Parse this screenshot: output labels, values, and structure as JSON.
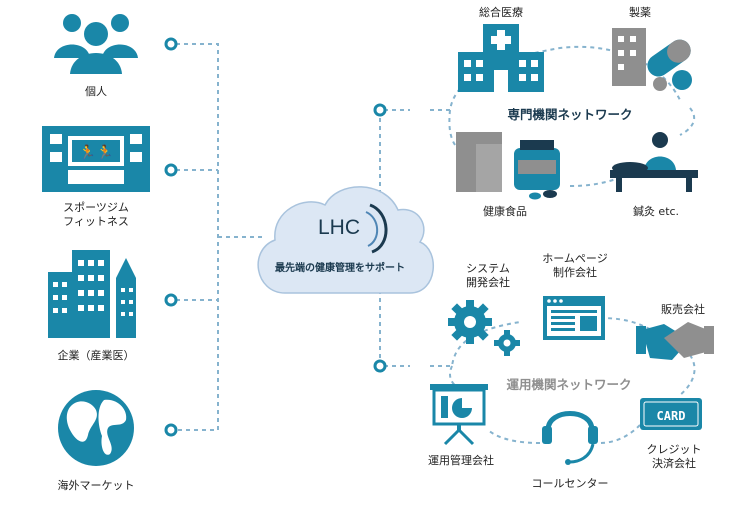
{
  "colors": {
    "teal": "#1a87a8",
    "gray": "#8f8f8f",
    "cloud": "#dce7f4",
    "dash": "#86b3ce",
    "navy": "#1b3a4f"
  },
  "left": [
    {
      "label": "個人",
      "icon": "people-icon"
    },
    {
      "label": "スポーツジム\nフィットネス",
      "icon": "gym-icon"
    },
    {
      "label": "企業（産業医）",
      "icon": "office-buildings-icon"
    },
    {
      "label": "海外マーケット",
      "icon": "globe-icon"
    }
  ],
  "center": {
    "title": "LHC",
    "subtitle": "最先端の健康管理をサポート"
  },
  "specialist": {
    "title": "専門機関ネットワーク",
    "items": [
      {
        "label": "総合医療",
        "icon": "hospital-icon"
      },
      {
        "label": "製薬",
        "icon": "pharma-icon"
      },
      {
        "label": "健康食品",
        "icon": "health-food-icon"
      },
      {
        "label": "鍼灸 etc.",
        "icon": "acupuncture-icon"
      }
    ]
  },
  "operation": {
    "title": "運用機関ネットワーク",
    "items": [
      {
        "label": "システム\n開発会社",
        "icon": "gears-icon"
      },
      {
        "label": "ホームページ\n制作会社",
        "icon": "webpage-icon"
      },
      {
        "label": "販売会社",
        "icon": "handshake-icon"
      },
      {
        "label": "クレジット\n決済会社",
        "icon": "credit-card-icon",
        "card_text": "CARD"
      },
      {
        "label": "コールセンター",
        "icon": "headset-icon"
      },
      {
        "label": "運用管理会社",
        "icon": "presentation-board-icon"
      }
    ]
  }
}
